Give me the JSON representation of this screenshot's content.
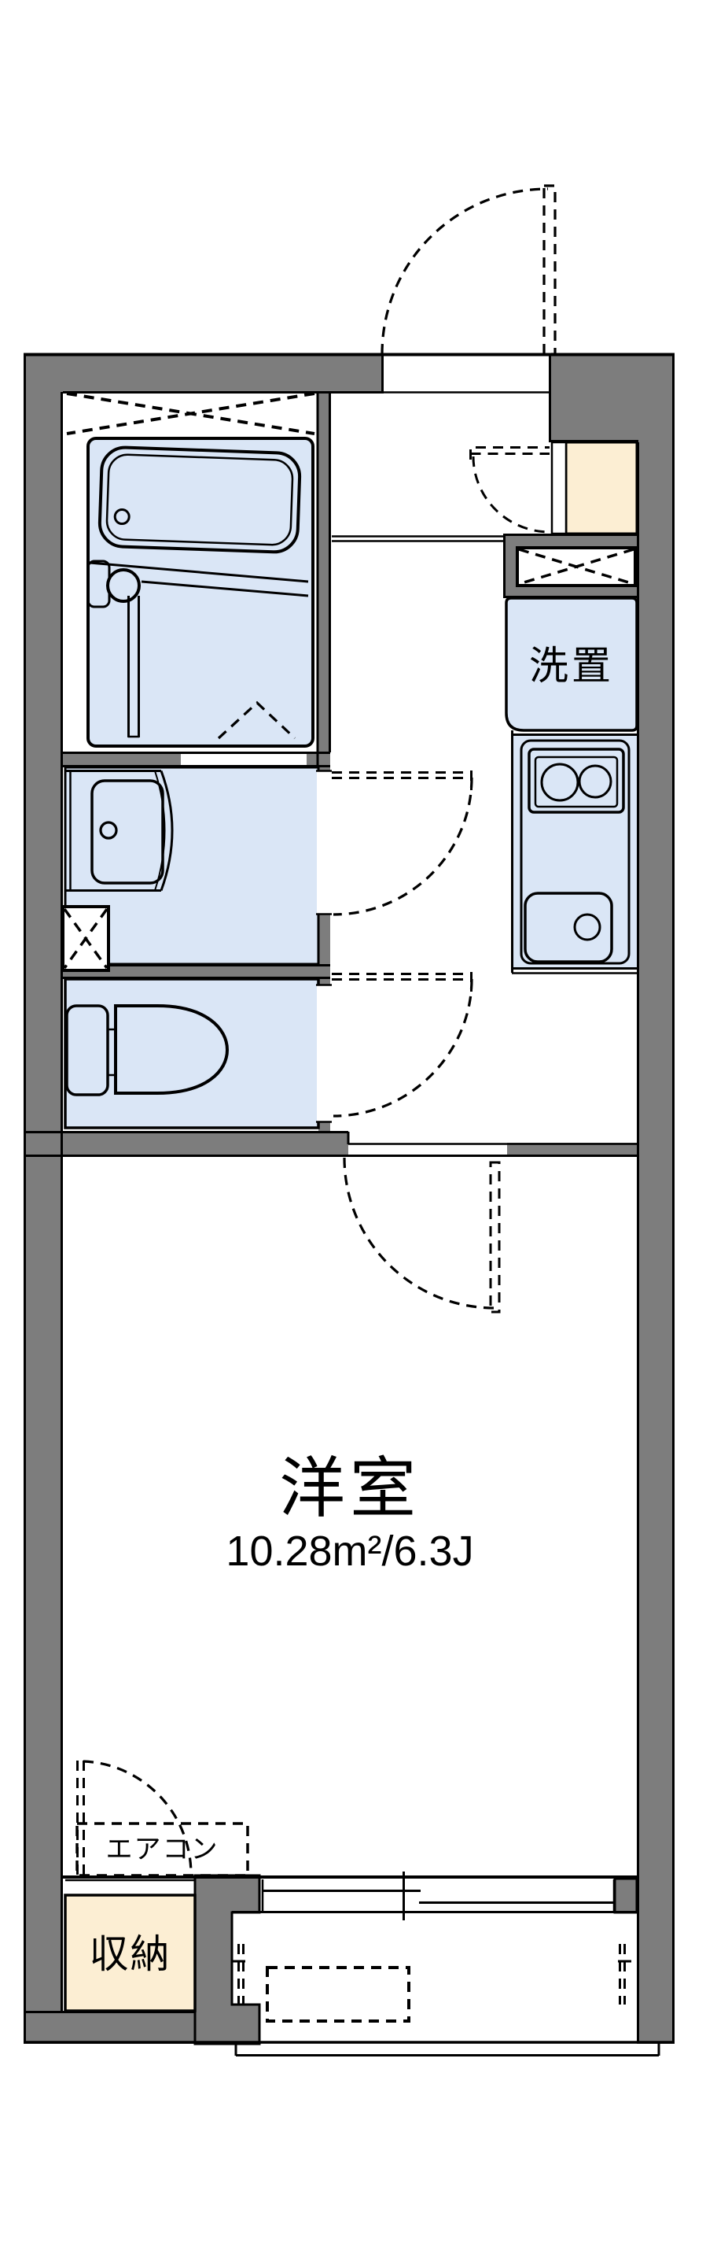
{
  "rooms": {
    "western_room": {
      "label": "洋室",
      "area": "10.28m²/6.3J"
    },
    "washing_machine_space": {
      "label": "洗置"
    },
    "air_conditioner": {
      "label": "エアコン"
    },
    "storage": {
      "label": "収納"
    }
  },
  "colors": {
    "wall": "#7d7d7d",
    "fixture_fill": "#dae6f6",
    "entrance_fill": "#fceed3",
    "line": "#000000",
    "background": "#ffffff"
  }
}
